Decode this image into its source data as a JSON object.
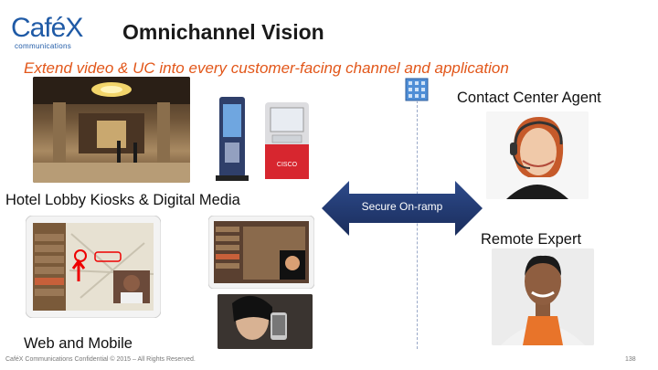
{
  "logo": {
    "word": "Café",
    "x": "X",
    "tagline": "communications"
  },
  "title": "Omnichannel Vision",
  "subtitle": "Extend video & UC into every customer-facing channel and application",
  "labels": {
    "hotel": "Hotel Lobby Kiosks & Digital Media",
    "web": "Web and Mobile",
    "agent": "Contact Center Agent",
    "expert": "Remote Expert"
  },
  "arrow_label": "Secure On-ramp",
  "kiosk_brand": "CISCO",
  "footer": "CaféX Communications Confidential © 2015 – All Rights Reserved.",
  "page_number": "138",
  "colors": {
    "brand_blue": "#1f5aa6",
    "subtitle_orange": "#e2571a",
    "arrow_navy": "#1f3468",
    "divider": "#9aa9c8"
  },
  "icons": {
    "server": "server-building-icon",
    "arrow": "double-arrow-icon"
  }
}
